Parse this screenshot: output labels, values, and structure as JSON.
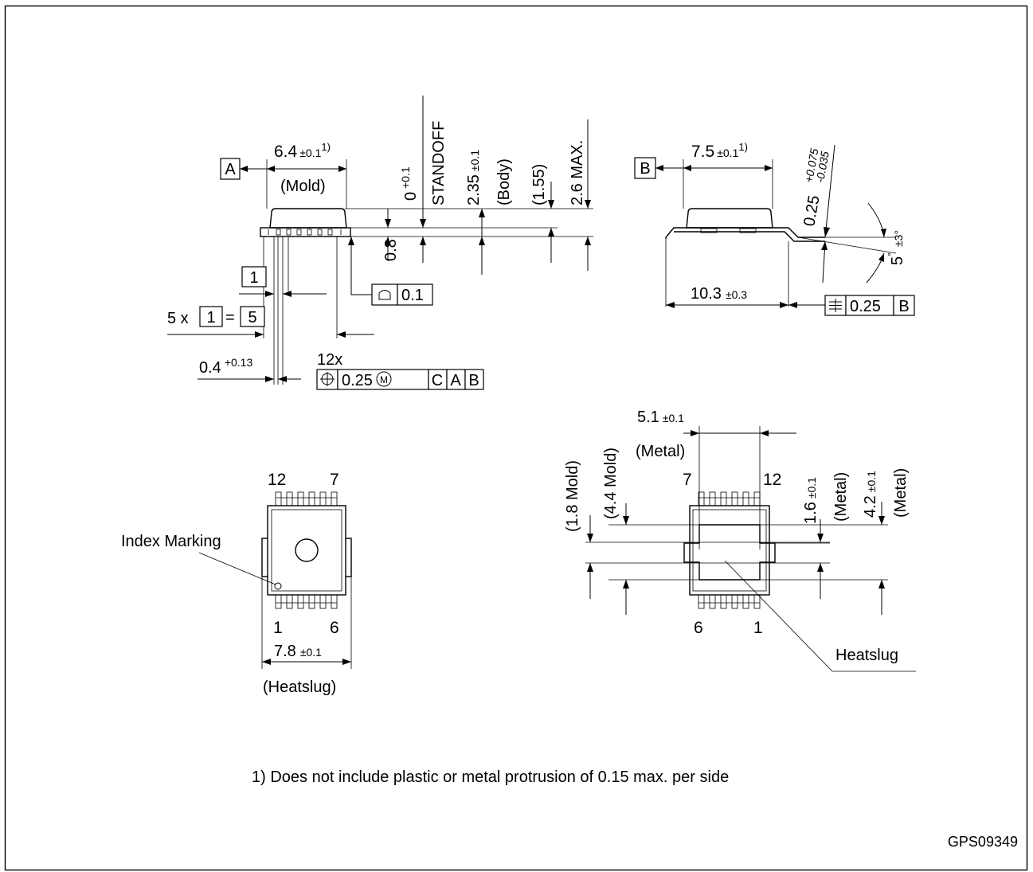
{
  "footnote": "1) Does not include plastic or metal protrusion of 0.15 max. per side",
  "drawing_id": "GPS09349",
  "side_view": {
    "datum_a": "A",
    "width_value": "6.4",
    "width_tol": "±0.1",
    "width_note": "1)",
    "width_label": "(Mold)",
    "standoff_value": "0",
    "standoff_tol": "+0.1",
    "standoff_label": "STANDOFF",
    "body_value": "2.35",
    "body_tol": "±0.1",
    "body_label": "(Body)",
    "ref_value": "(1.55)",
    "max_value": "2.6 MAX.",
    "lead_thickness": "0.8",
    "flatness_value": "0.1",
    "pitch_box": "1",
    "span_prefix": "5 x",
    "span_box": "1",
    "span_equals": "=",
    "span_result": "5",
    "lead_width_value": "0.4",
    "lead_width_tol": "+0.13",
    "count": "12x",
    "pos_value": "0.25",
    "mmc": "M",
    "datum_c": "C",
    "datum_a2": "A",
    "datum_b": "B"
  },
  "end_view": {
    "datum_b": "B",
    "width_value": "7.5",
    "width_tol": "±0.1",
    "width_note": "1)",
    "thick_value": "0.25",
    "thick_tol_plus": "+0.075",
    "thick_tol_minus": "-0.035",
    "angle_value": "5",
    "angle_tol": "±3°",
    "degree": "°",
    "span_value": "10.3",
    "span_tol": "±0.3",
    "sym_value": "0.25",
    "sym_datum": "B"
  },
  "top_view": {
    "pin_tl": "12",
    "pin_tr": "7",
    "pin_bl": "1",
    "pin_br": "6",
    "index_label": "Index Marking",
    "width_value": "7.8",
    "width_tol": "±0.1",
    "width_label": "(Heatslug)"
  },
  "bottom_view": {
    "metal_w_value": "5.1",
    "metal_w_tol": "±0.1",
    "metal_w_label": "(Metal)",
    "pin_tl": "7",
    "pin_tr": "12",
    "pin_bl": "6",
    "pin_br": "1",
    "mold1": "(1.8 Mold)",
    "mold2": "(4.4 Mold)",
    "metal_h1_value": "1.6",
    "metal_h1_tol": "±0.1",
    "metal_h1_label": "(Metal)",
    "metal_h2_value": "4.2",
    "metal_h2_tol": "±0.1",
    "metal_h2_label": "(Metal)",
    "heatslug_label": "Heatslug"
  }
}
